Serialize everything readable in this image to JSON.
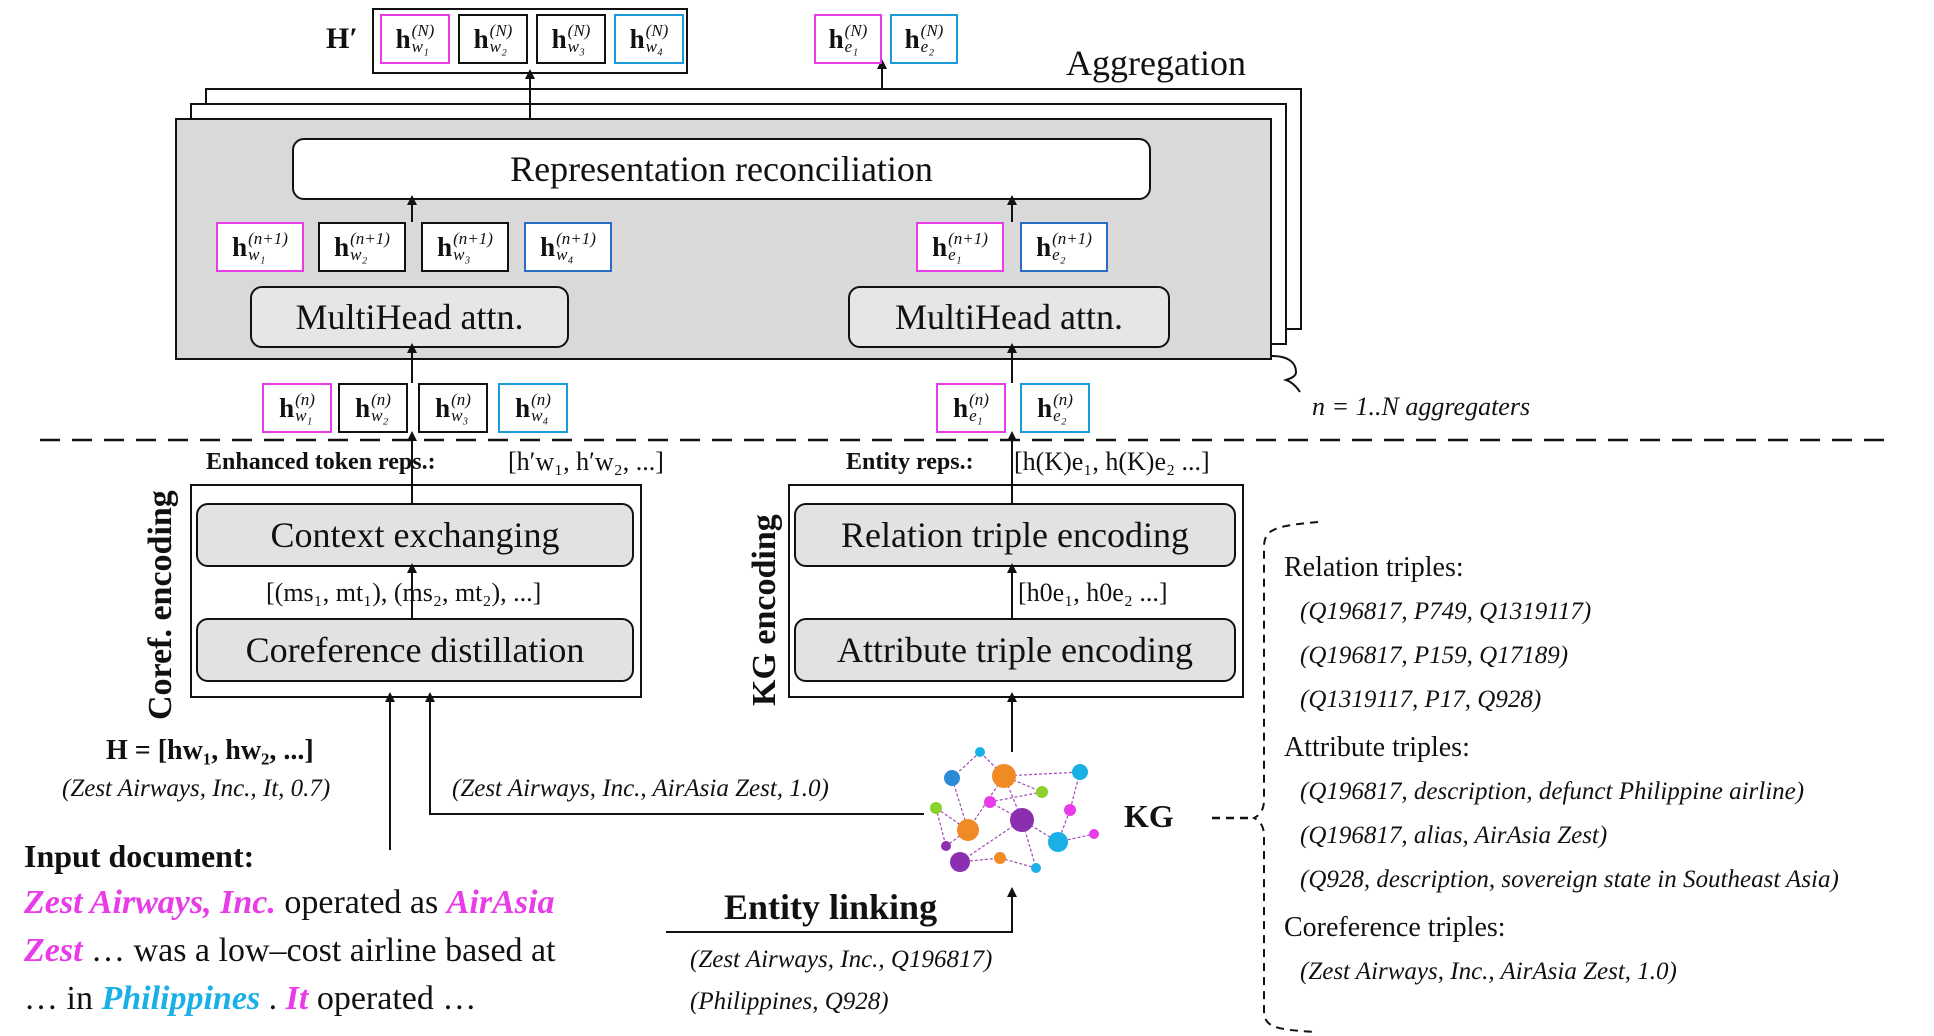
{
  "output": {
    "h_prime_label": "H′",
    "aggregation_label": "Aggregation"
  },
  "aggregator": {
    "reconciliation_label": "Representation reconciliation",
    "multihead_left_label": "MultiHead attn.",
    "multihead_right_label": "MultiHead attn.",
    "n_label": "n = 1..N aggregaters"
  },
  "vectors": {
    "top_tokens": [
      {
        "base": "h",
        "sup": "(N)",
        "sub": "w₁"
      },
      {
        "base": "h",
        "sup": "(N)",
        "sub": "w₂"
      },
      {
        "base": "h",
        "sup": "(N)",
        "sub": "w₃"
      },
      {
        "base": "h",
        "sup": "(N)",
        "sub": "w₄"
      }
    ],
    "top_entities": [
      {
        "base": "h",
        "sup": "(N)",
        "sub": "e₁"
      },
      {
        "base": "h",
        "sup": "(N)",
        "sub": "e₂"
      }
    ],
    "mid_tokens": [
      {
        "base": "h",
        "sup": "(n+1)",
        "sub": "w₁"
      },
      {
        "base": "h",
        "sup": "(n+1)",
        "sub": "w₂"
      },
      {
        "base": "h",
        "sup": "(n+1)",
        "sub": "w₃"
      },
      {
        "base": "h",
        "sup": "(n+1)",
        "sub": "w₄"
      }
    ],
    "mid_entities": [
      {
        "base": "h",
        "sup": "(n+1)",
        "sub": "e₁"
      },
      {
        "base": "h",
        "sup": "(n+1)",
        "sub": "e₂"
      }
    ],
    "low_tokens": [
      {
        "base": "h",
        "sup": "(n)",
        "sub": "w₁"
      },
      {
        "base": "h",
        "sup": "(n)",
        "sub": "w₂"
      },
      {
        "base": "h",
        "sup": "(n)",
        "sub": "w₃"
      },
      {
        "base": "h",
        "sup": "(n)",
        "sub": "w₄"
      }
    ],
    "low_entities": [
      {
        "base": "h",
        "sup": "(n)",
        "sub": "e₁"
      },
      {
        "base": "h",
        "sup": "(n)",
        "sub": "e₂"
      }
    ]
  },
  "coref": {
    "title": "Coref. encoding",
    "enhanced_label": "Enhanced token reps.:",
    "enhanced_value": "[h′w₁, h′w₂, ...]",
    "context_label": "Context exchanging",
    "pairs_label": "[(ms₁, mt₁), (ms₂, mt₂), ...]",
    "distill_label": "Coreference distillation",
    "h_eq_label": "H = [hw₁, hw₂, ...]",
    "coref_score": "(Zest Airways, Inc., It, 0.7)",
    "kg_coref_score": "(Zest Airways, Inc., AirAsia Zest, 1.0)"
  },
  "kg_enc": {
    "title": "KG encoding",
    "entity_label": "Entity reps.:",
    "entity_value": "[h(K)e₁, h(K)e₂ ...]",
    "relation_label": "Relation triple encoding",
    "init_label": "[h0e₁, h0e₂ ...]",
    "attribute_label": "Attribute triple encoding"
  },
  "input": {
    "title": "Input document:",
    "line1_a": "Zest Airways, Inc.",
    "line1_b": " operated as ",
    "line1_c": "AirAsia",
    "line2_a": "Zest",
    "line2_b": " … was a low–cost airline based at",
    "line3_a": "… in ",
    "line3_b": "Philippines",
    "line3_c": " . ",
    "line3_d": "It",
    "line3_e": " operated …"
  },
  "linking": {
    "title": "Entity linking",
    "item1": "(Zest Airways, Inc., Q196817)",
    "item2": "(Philippines, Q928)"
  },
  "kg": {
    "label": "KG",
    "relation_title": "Relation triples:",
    "relations": [
      "(Q196817, P749, Q1319117)",
      "(Q196817, P159, Q17189)",
      "(Q1319117, P17, Q928)"
    ],
    "attribute_title": "Attribute triples:",
    "attributes": [
      "(Q196817, description, defunct Philippine airline)",
      "(Q196817, alias, AirAsia Zest)",
      "(Q928, description, sovereign state in Southeast Asia)"
    ],
    "coref_title": "Coreference triples:",
    "corefs": [
      "(Zest Airways, Inc., AirAsia Zest, 1.0)"
    ]
  },
  "colors": {
    "pink": "#e83ce8",
    "cyan": "#1ab0e6",
    "panel": "#d9d9d9"
  }
}
